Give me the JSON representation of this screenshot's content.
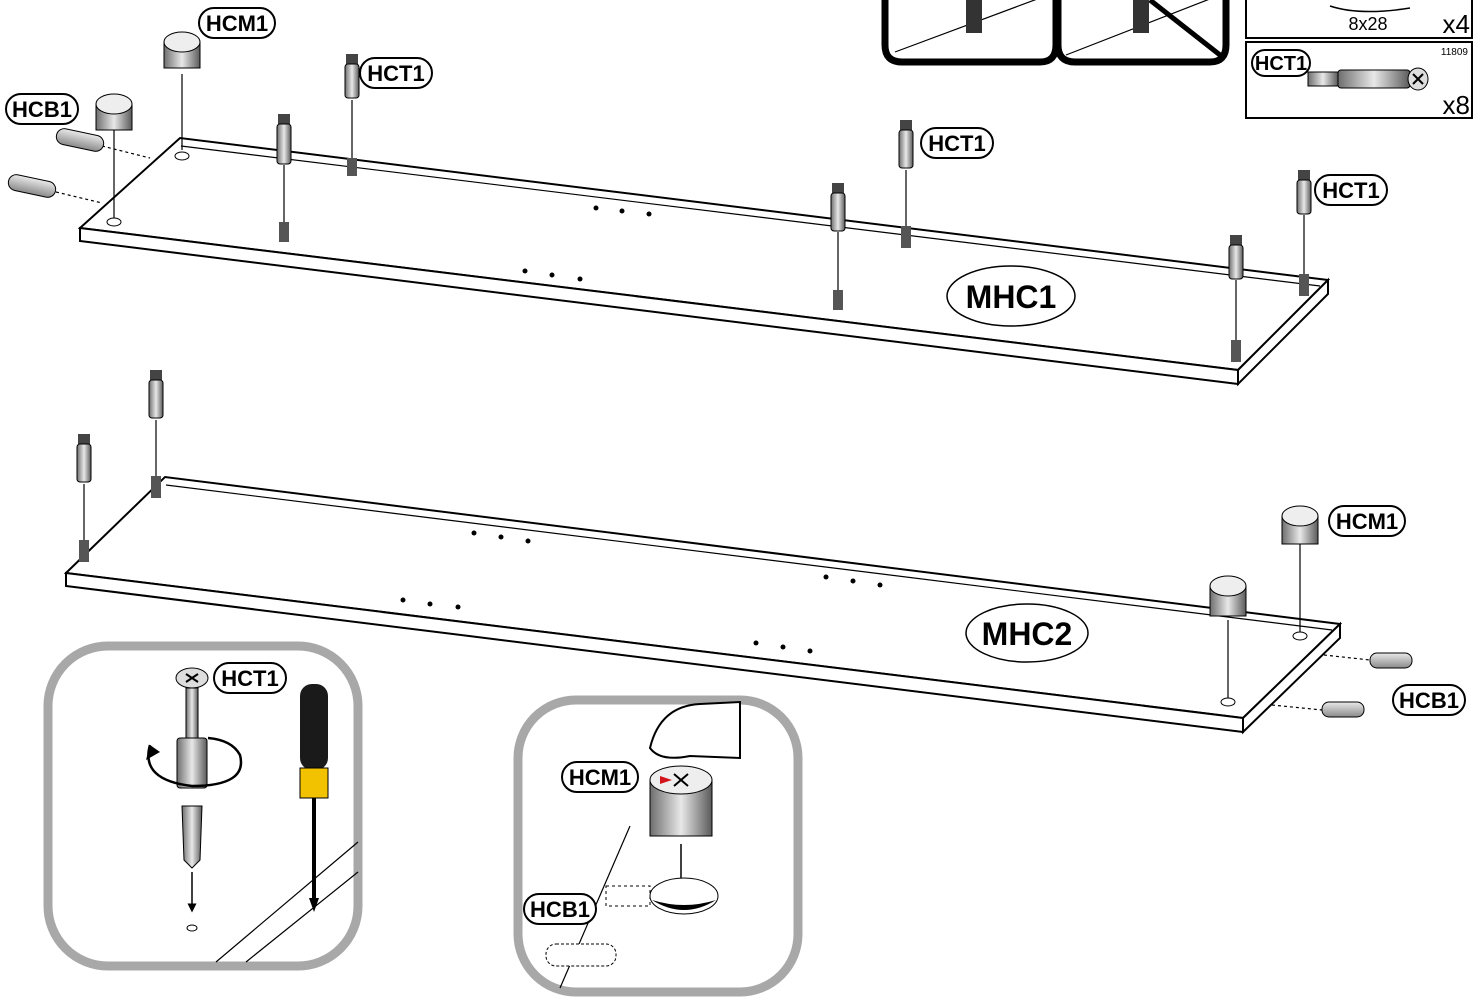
{
  "labels": {
    "hcm1": "HCM1",
    "hct1": "HCT1",
    "hcb1": "HCB1",
    "mhc1": "MHC1",
    "mhc2": "MHC2"
  },
  "parts_box": {
    "dowel_size": "8x28",
    "dowel_qty": "x4",
    "bolt_label": "HCT1",
    "bolt_qty": "x8",
    "bolt_code": "11809"
  },
  "colors": {
    "inset_border": "#a8a8a8",
    "screwdriver_handle": "#1a1a1a",
    "screwdriver_band": "#f2c200",
    "arrow_red": "#d4141c"
  }
}
